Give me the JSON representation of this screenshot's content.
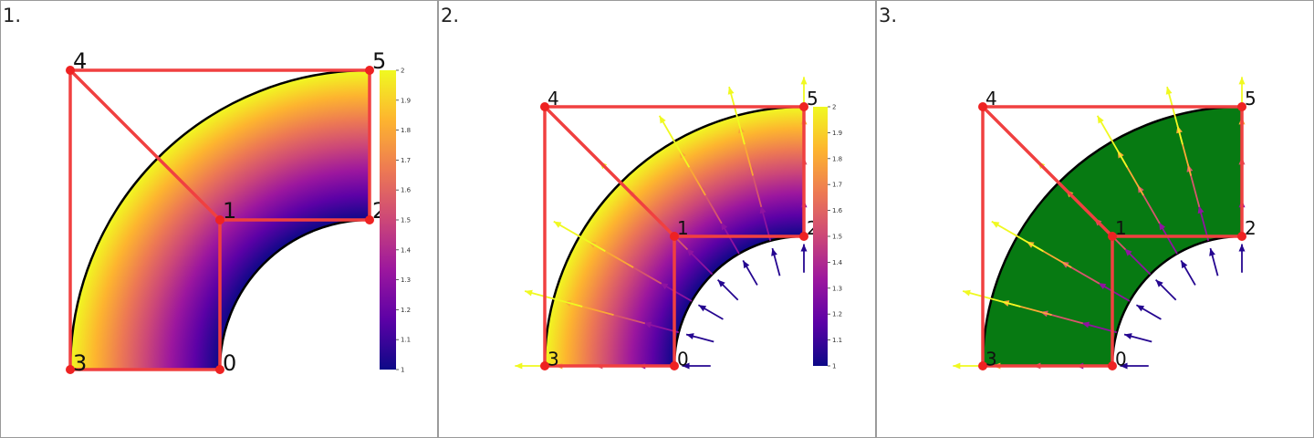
{
  "panels": [
    {
      "number": "1.",
      "mode": "gradient",
      "vectors": false,
      "colorbar": true
    },
    {
      "number": "2.",
      "mode": "gradient",
      "vectors": true,
      "colorbar": true
    },
    {
      "number": "3.",
      "mode": "solid",
      "vectors": true,
      "colorbar": false
    }
  ],
  "nodes": [
    "0",
    "1",
    "2",
    "3",
    "4",
    "5"
  ],
  "edges": [
    [
      0,
      3
    ],
    [
      0,
      1
    ],
    [
      1,
      2
    ],
    [
      2,
      5
    ],
    [
      1,
      4
    ],
    [
      4,
      3
    ],
    [
      4,
      5
    ]
  ],
  "colorbar": {
    "min": 1,
    "max": 2,
    "ticks": [
      "1",
      "1.1",
      "1.2",
      "1.3",
      "1.4",
      "1.5",
      "1.6",
      "1.7",
      "1.8",
      "1.9",
      "2"
    ]
  },
  "colors": {
    "mesh_edge": "#f04040",
    "mesh_node": "#ee2222",
    "domain_outline": "#000000",
    "solid_fill": "#077a12",
    "colormap": [
      "#0d0887",
      "#5c01a6",
      "#9c179e",
      "#cc4778",
      "#ed7953",
      "#fdb42f",
      "#f0f921"
    ]
  }
}
